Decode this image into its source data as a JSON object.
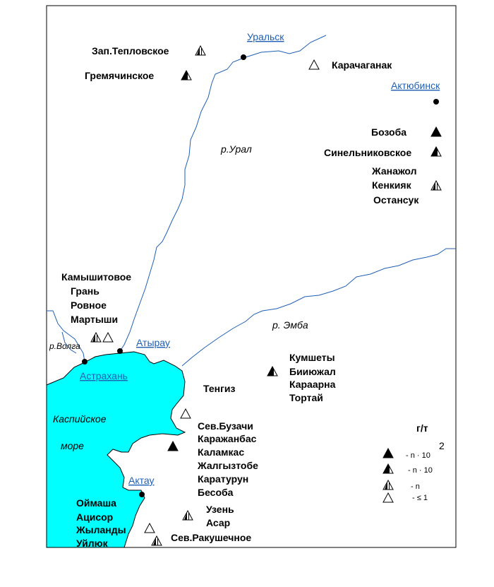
{
  "cities": {
    "uralsk": "Уральск",
    "aktobe": "Актюбинск",
    "atyrau": "Атырау",
    "astrakhan": "Астрахань",
    "aktau": "Актау"
  },
  "water": {
    "ural_river": "р.Урал",
    "emba_river": "р. Эмба",
    "volga_river": "р.Волга",
    "sea_line1": "Каспийское",
    "sea_line2": "море"
  },
  "fields": {
    "zap_teplovskoe": "Зап.Тепловское",
    "gremyachinskoe": "Гремячинское",
    "karachaganak": "Карачаганак",
    "bozoba": "Бозоба",
    "sinelnikovskoe": "Синельниковское",
    "zhanazhol": "Жанажол",
    "kenkiyak": "Кенкияк",
    "ostansuk": "Остансук",
    "kamyshitovoe": "Камышитовое",
    "gran": "Грань",
    "rovnoe": "Ровное",
    "martyshi": "Мартыши",
    "kumshety": "Кумшеты",
    "biikzhal": "Бииюжал",
    "karaarna": "Караарна",
    "tortai": "Тортай",
    "tengiz": "Тенгиз",
    "sev_buzachi": "Сев.Бузачи",
    "karazhanbas": "Каражанбас",
    "kalamkas": "Каламкас",
    "zhalgyztobe": "Жалгызтобе",
    "karaturun": "Каратурун",
    "besoba": "Бесоба",
    "oimasha": "Оймаша",
    "atsisor": "Ацисор",
    "zhylandy": "Жыланды",
    "uilyuk": "Уйлюк",
    "uzen": "Узень",
    "asar": "Асар",
    "sev_rakushechnoe": "Сев.Ракушечное"
  },
  "legend": {
    "title": "г/т",
    "row1": "- n · 10",
    "row1_sup": "2",
    "row2": "- n · 10",
    "row3": "- n",
    "row4": "- ≤ 1"
  },
  "colors": {
    "sea": "#00ffff",
    "city_text": "#1f5fb4"
  }
}
